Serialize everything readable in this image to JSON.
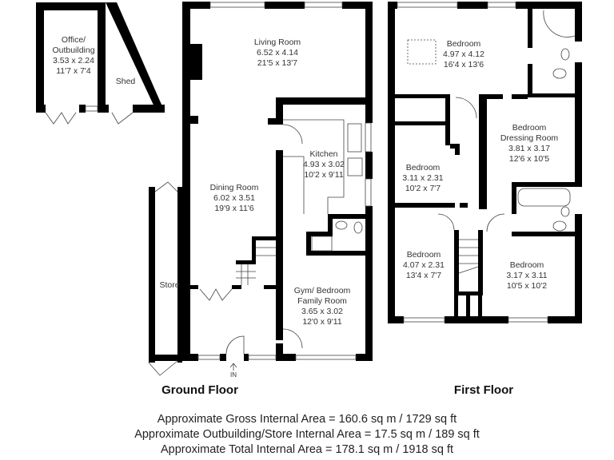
{
  "ground_floor": {
    "title": "Ground Floor",
    "rooms": [
      {
        "name": "Living Room",
        "metric": "6.52 x 4.14",
        "imperial": "21'5 x 13'7"
      },
      {
        "name": "Kitchen",
        "metric": "4.93 x 3.02",
        "imperial": "10'2 x 9'11"
      },
      {
        "name": "Dining Room",
        "metric": "6.02 x 3.51",
        "imperial": "19'9 x 11'6"
      },
      {
        "name": "Gym/ Bedroom",
        "name2": "Family Room",
        "metric": "3.65 x 3.02",
        "imperial": "12'0 x 9'11"
      },
      {
        "name": "Store"
      }
    ],
    "entrance_label": "IN"
  },
  "outbuilding": {
    "rooms": [
      {
        "name": "Office/",
        "name2": "Outbuilding",
        "metric": "3.53 x 2.24",
        "imperial": "11'7 x 7'4"
      },
      {
        "name": "Shed"
      }
    ]
  },
  "first_floor": {
    "title": "First Floor",
    "rooms": [
      {
        "name": "Bedroom",
        "metric": "4.97 x 4.12",
        "imperial": "16'4 x 13'6"
      },
      {
        "name": "Bedroom",
        "name2": "Dressing Room",
        "metric": "3.81 x 3.17",
        "imperial": "12'6 x 10'5"
      },
      {
        "name": "Bedroom",
        "metric": "3.11 x 2.31",
        "imperial": "10'2 x 7'7"
      },
      {
        "name": "Bedroom",
        "metric": "4.07 x 2.31",
        "imperial": "13'4 x 7'7"
      },
      {
        "name": "Bedroom",
        "metric": "3.17 x 3.11",
        "imperial": "10'5 x 10'2"
      }
    ]
  },
  "areas": {
    "gross": "Approximate Gross Internal Area = 160.6 sq m / 1729 sq ft",
    "outbuilding": "Approximate Outbuilding/Store Internal Area = 17.5 sq m / 189 sq ft",
    "total": "Approximate Total Internal Area = 178.1 sq m / 1918 sq ft"
  },
  "colors": {
    "wall": "#000000",
    "background": "#ffffff",
    "text": "#333333"
  }
}
